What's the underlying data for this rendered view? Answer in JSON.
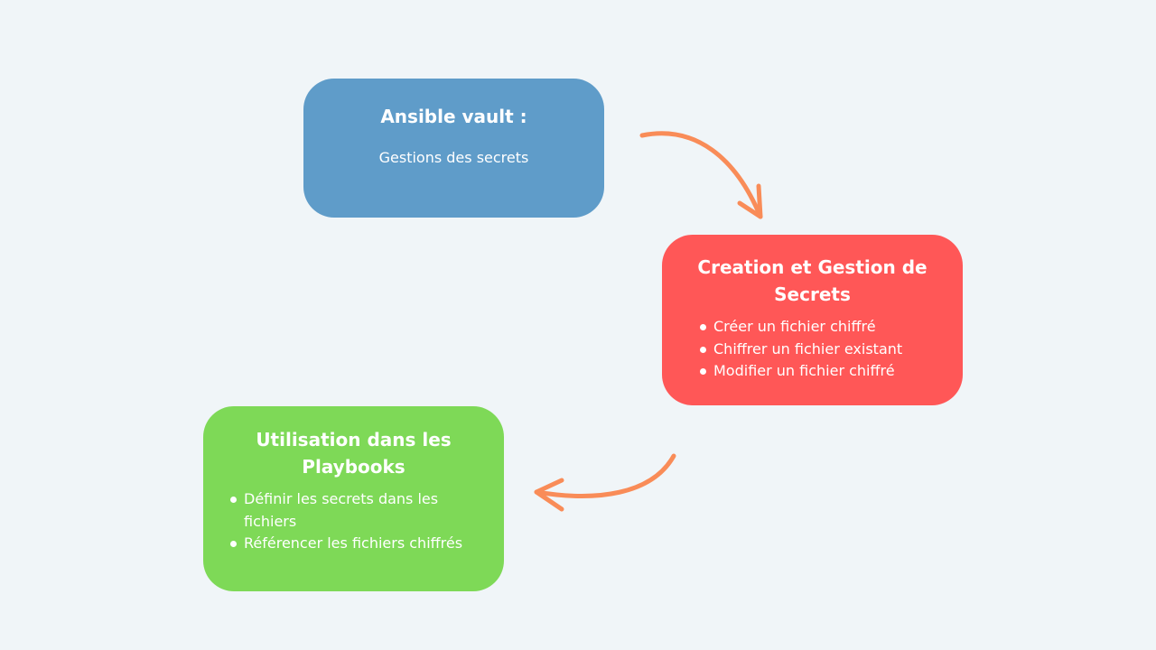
{
  "colors": {
    "background": "#f0f5f8",
    "vault_card": "#5f9cc9",
    "creation_card": "#ff5757",
    "usage_card": "#7ed957",
    "arrow": "#f98c58",
    "text": "#ffffff"
  },
  "cards": {
    "vault": {
      "title": "Ansible vault :",
      "subtitle": "Gestions des secrets"
    },
    "creation": {
      "title": "Creation et Gestion de Secrets",
      "bullets": [
        "Créer un fichier chiffré",
        "Chiffrer un fichier existant",
        "Modifier un fichier chiffré"
      ]
    },
    "usage": {
      "title": "Utilisation dans les Playbooks",
      "bullets": [
        "Définir les secrets dans les fichiers",
        "Référencer les fichiers chiffrés"
      ]
    }
  },
  "arrows": [
    {
      "from": "vault",
      "to": "creation",
      "icon": "curved-arrow-icon"
    },
    {
      "from": "creation",
      "to": "usage",
      "icon": "curved-arrow-icon"
    }
  ]
}
